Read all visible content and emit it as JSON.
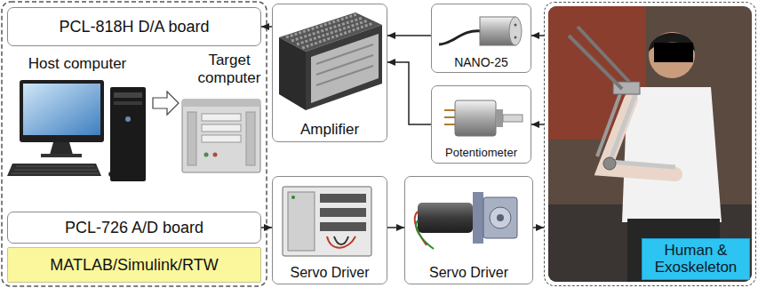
{
  "diagram": {
    "nodes": [
      {
        "text": [
          "PCL-818H D/A board"
        ]
      },
      {
        "text": [
          "Amplifier"
        ]
      },
      {
        "text": [
          "NANO-25"
        ]
      },
      {
        "text": [
          "Potentiometer"
        ]
      },
      {
        "text": [
          "Human & Exoskeleton"
        ]
      },
      {
        "text": [
          "PCL-726 A/D board"
        ]
      },
      {
        "text": [
          "MATLAB/Simulink/RTW"
        ]
      },
      {
        "text": [
          "Servo Driver"
        ]
      },
      {
        "text": [
          "Servo Driver"
        ]
      }
    ],
    "edges": [
      {
        "from": 1,
        "to": 0,
        "arrow": "to"
      },
      {
        "from": 2,
        "to": 1,
        "arrow": "to"
      },
      {
        "from": 3,
        "to": 1,
        "arrow": "to"
      },
      {
        "from": 4,
        "to": 2,
        "arrow": "to"
      },
      {
        "from": 4,
        "to": 3,
        "arrow": "to"
      },
      {
        "from": 5,
        "to": 7,
        "arrow": "to"
      },
      {
        "from": 7,
        "to": 8,
        "arrow": "to"
      },
      {
        "from": 8,
        "to": 4,
        "arrow": "to"
      }
    ],
    "labels": [
      "Host computer",
      "Target computer"
    ]
  }
}
